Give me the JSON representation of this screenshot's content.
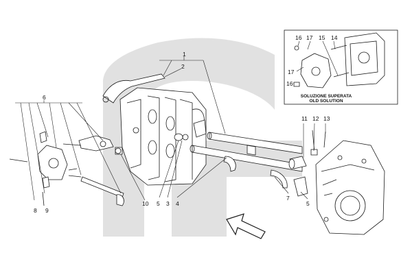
{
  "callouts": [
    {
      "id": "1",
      "label": "1"
    },
    {
      "id": "2",
      "label": "2"
    },
    {
      "id": "3",
      "label": "3"
    },
    {
      "id": "4",
      "label": "4"
    },
    {
      "id": "5a",
      "label": "5"
    },
    {
      "id": "5b",
      "label": "5"
    },
    {
      "id": "6",
      "label": "6"
    },
    {
      "id": "7",
      "label": "7"
    },
    {
      "id": "8",
      "label": "8"
    },
    {
      "id": "9",
      "label": "9"
    },
    {
      "id": "10",
      "label": "10"
    },
    {
      "id": "11",
      "label": "11"
    },
    {
      "id": "12",
      "label": "12"
    },
    {
      "id": "13",
      "label": "13"
    }
  ],
  "inset": {
    "callouts": [
      {
        "id": "i16a",
        "label": "16"
      },
      {
        "id": "i17a",
        "label": "17"
      },
      {
        "id": "i15",
        "label": "15"
      },
      {
        "id": "i14",
        "label": "14"
      },
      {
        "id": "i17b",
        "label": "17"
      },
      {
        "id": "i16b",
        "label": "16"
      }
    ],
    "caption_line1": "SOLUZIONE SUPERATA",
    "caption_line2": "OLD SOLUTION"
  },
  "colors": {
    "watermark": "#d9d9d9",
    "line": "#1a1a1a"
  }
}
